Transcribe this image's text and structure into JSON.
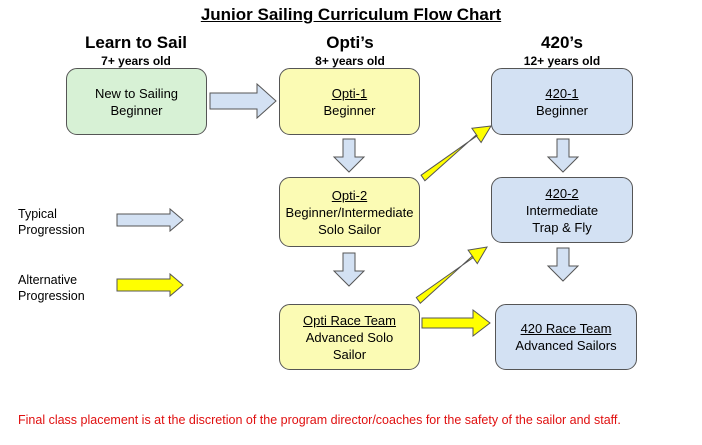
{
  "title": "Junior Sailing Curriculum Flow Chart",
  "columns": [
    {
      "heading": "Learn to Sail",
      "age": "7+ years old"
    },
    {
      "heading": "Opti’s",
      "age": "8+ years old"
    },
    {
      "heading": "420’s",
      "age": "12+ years old"
    }
  ],
  "boxes": {
    "new_to_sailing": {
      "line1": "New to Sailing",
      "line2": "Beginner"
    },
    "opti1": {
      "name": "Opti-1",
      "line1": "Beginner"
    },
    "opti2": {
      "name": "Opti-2",
      "line1": "Beginner/Intermediate",
      "line2": "Solo Sailor"
    },
    "opti_race": {
      "name": "Opti Race Team",
      "line1": "Advanced Solo",
      "line2": "Sailor"
    },
    "r420_1": {
      "name": "420-1",
      "line1": "Beginner"
    },
    "r420_2": {
      "name": "420-2",
      "line1": "Intermediate",
      "line2": "Trap & Fly"
    },
    "r420_race": {
      "name": "420 Race Team",
      "line1": "Advanced Sailors"
    }
  },
  "legend": {
    "typical": {
      "line1": "Typical",
      "line2": "Progression"
    },
    "alternative": {
      "line1": "Alternative",
      "line2": "Progression"
    }
  },
  "footer": "Final class placement is at the discretion of the program director/coaches for the safety of the sailor and staff.",
  "colors": {
    "typical_arrow": "#d3e1f3",
    "alternative_arrow": "#ffff00",
    "green_box": "#d7f1d5",
    "yellow_box": "#fbfbb4",
    "blue_box": "#d3e1f3",
    "footer_text": "#e01010"
  }
}
